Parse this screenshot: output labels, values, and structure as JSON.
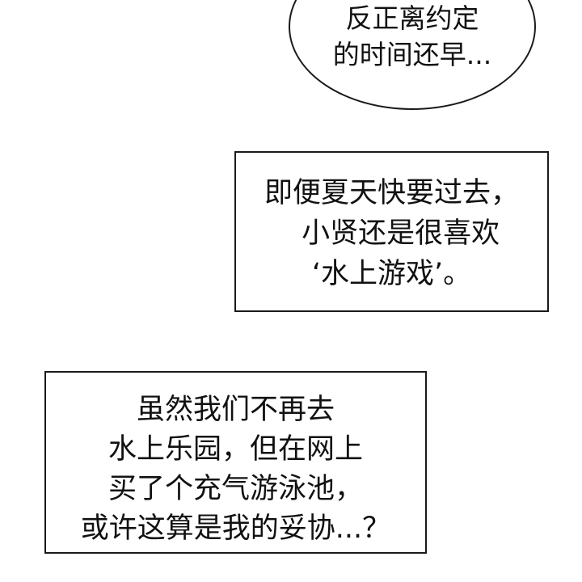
{
  "panel": {
    "bubble_text": "反正离约定\n的时间还早...",
    "caption_1": "即便夏天快要过去，\n  小贤还是很喜欢\n‘水上游戏’。",
    "caption_2": "虽然我们不再去\n水上乐园，但在网上\n买了个充气游泳池，\n或许这算是我的妥协...？"
  }
}
